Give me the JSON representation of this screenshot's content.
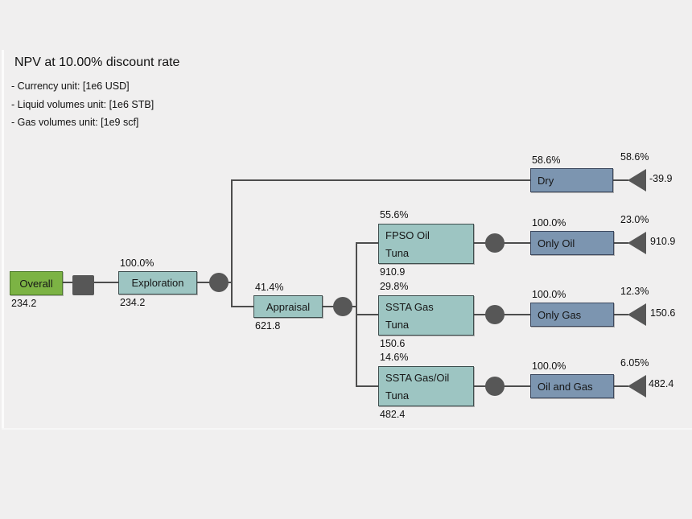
{
  "header": {
    "title": "NPV at 10.00% discount rate",
    "notes": [
      "- Currency unit: [1e6 USD]",
      "- Liquid volumes unit: [1e6 STB]",
      "- Gas volumes unit: [1e9 scf]"
    ]
  },
  "colors": {
    "background": "#f0efef",
    "root_node_fill": "#7cb344",
    "option_node_fill": "#9dc5c2",
    "outcome_node_fill": "#7c95b0",
    "connector": "#4d4d4d",
    "chance_node_fill": "#575757",
    "text": "#161616"
  },
  "tree": {
    "overall": {
      "label": "Overall",
      "value": "234.2"
    },
    "exploration": {
      "prob": "100.0%",
      "label": "Exploration",
      "value": "234.2"
    },
    "appraisal": {
      "prob": "41.4%",
      "label": "Appraisal",
      "value": "621.8"
    },
    "dry": {
      "prob": "58.6%",
      "label": "Dry",
      "terminal_prob": "58.6%",
      "terminal_value": "-39.9"
    },
    "fpso_oil": {
      "prob": "55.6%",
      "label": "FPSO Oil",
      "sublabel": "Tuna",
      "value": "910.9"
    },
    "ssta_gas": {
      "prob": "29.8%",
      "label": "SSTA Gas",
      "sublabel": "Tuna",
      "value": "150.6"
    },
    "ssta_gas_oil": {
      "prob": "14.6%",
      "label": "SSTA Gas/Oil",
      "sublabel": "Tuna",
      "value": "482.4"
    },
    "only_oil": {
      "prob": "100.0%",
      "label": "Only Oil",
      "terminal_prob": "23.0%",
      "terminal_value": "910.9"
    },
    "only_gas": {
      "prob": "100.0%",
      "label": "Only Gas",
      "terminal_prob": "12.3%",
      "terminal_value": "150.6"
    },
    "oil_and_gas": {
      "prob": "100.0%",
      "label": "Oil and Gas",
      "terminal_prob": "6.05%",
      "terminal_value": "482.4"
    }
  }
}
